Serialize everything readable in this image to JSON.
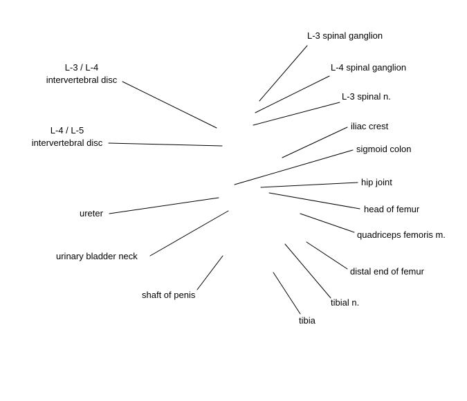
{
  "labels": {
    "l3_spinal_ganglion": "L-3 spinal ganglion",
    "l4_spinal_ganglion": "L-4 spinal ganglion",
    "l3_spinal_n": "L-3 spinal n.",
    "iliac_crest": "iliac crest",
    "sigmoid_colon": "sigmoid colon",
    "hip_joint": "hip joint",
    "head_of_femur": "head of femur",
    "quadriceps_femoris": "quadriceps femoris m.",
    "distal_end_of_femur": "distal end of femur",
    "tibial_n": "tibial n.",
    "tibia": "tibia",
    "shaft_of_penis": "shaft of penis",
    "urinary_bladder_neck": "urinary bladder neck",
    "ureter": "ureter",
    "l4_l5_disc": "L-4 / L-5\nintervertebral disc",
    "l3_l4_disc": "L-3 / L-4\nintervertebral disc"
  },
  "colors": {
    "line": "#000000",
    "text": "#000000",
    "background": "#ffffff"
  }
}
